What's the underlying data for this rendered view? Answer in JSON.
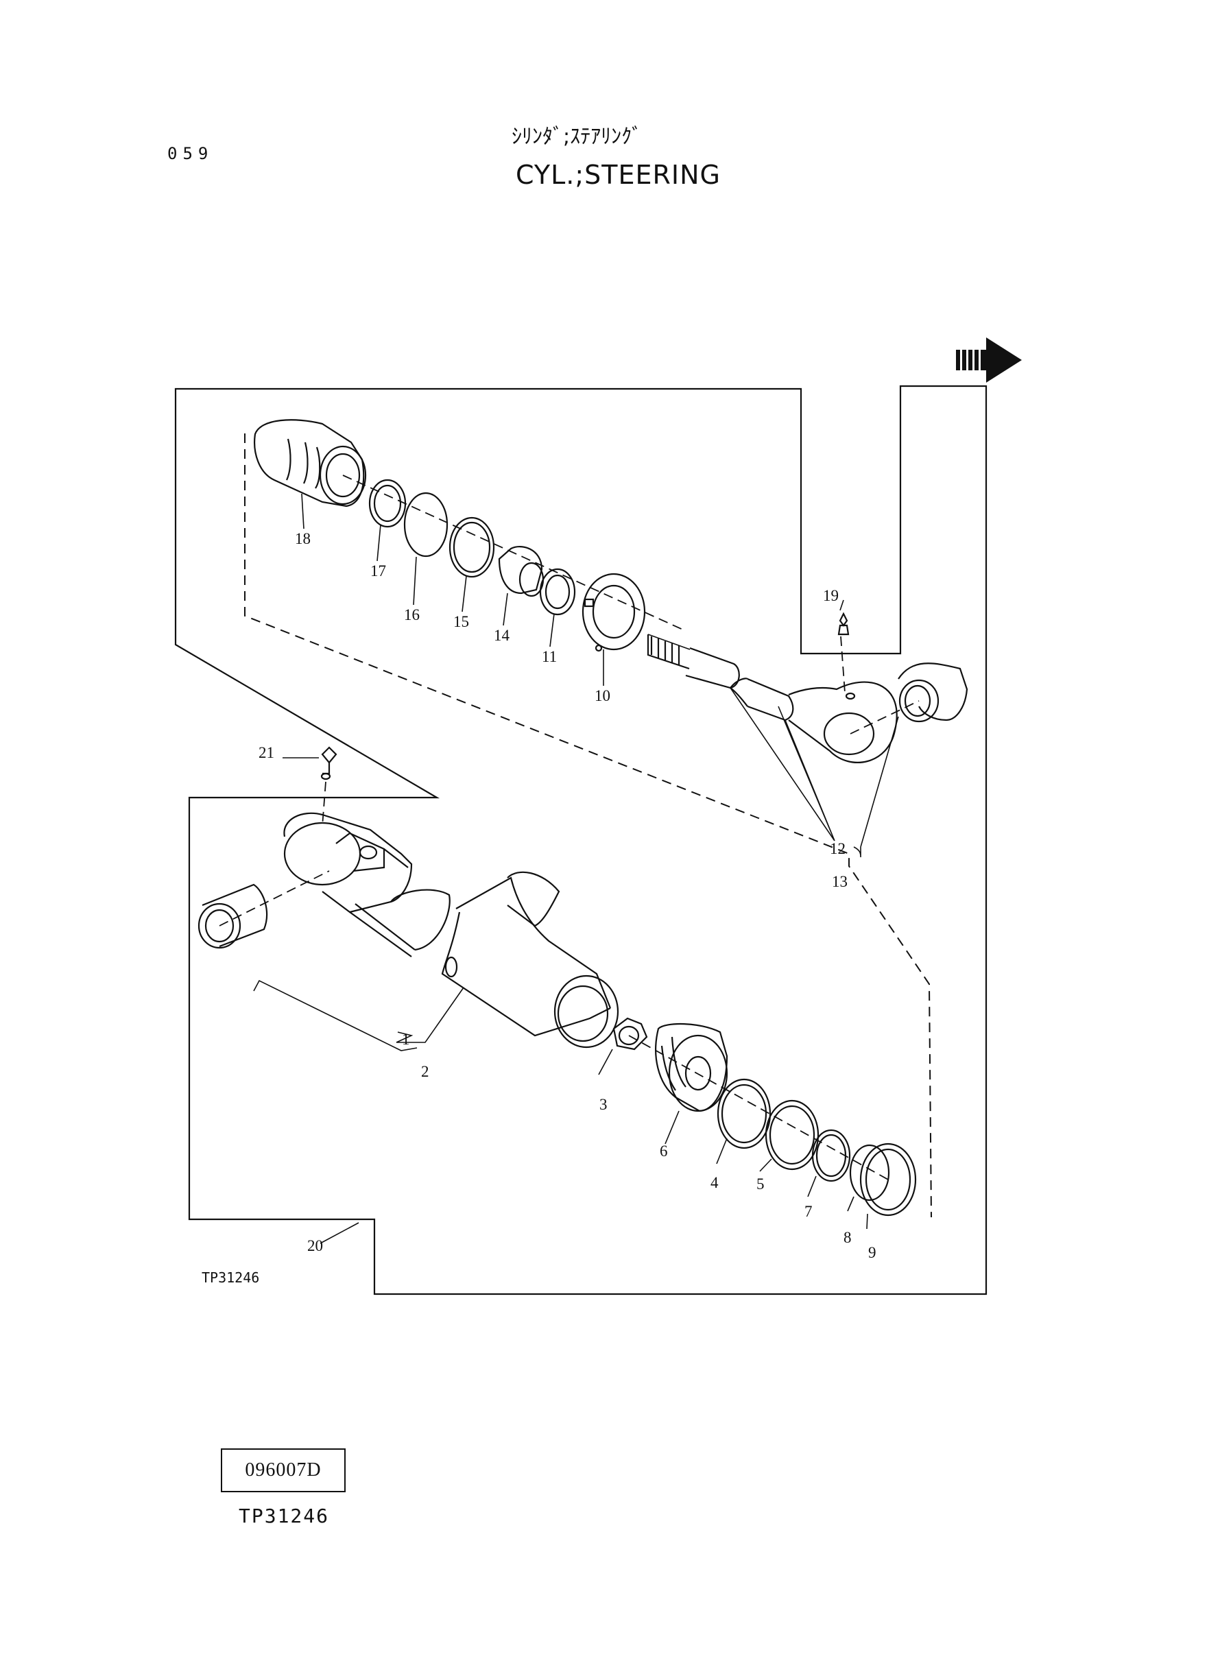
{
  "page_number": "059",
  "title_jp": "ｼﾘﾝﾀﾞ;ｽﾃｱﾘﾝｸﾞ",
  "title_en": "CYL.;STEERING",
  "figure_code": "TP31246",
  "catalog_box": "096007D",
  "bottom_ref": "TP31246",
  "labels": {
    "p1": "1",
    "p2": "2",
    "p3": "3",
    "p4": "4",
    "p5": "5",
    "p6": "6",
    "p7": "7",
    "p8": "8",
    "p9": "9",
    "p10": "10",
    "p11": "11",
    "p12": "12",
    "p13": "13",
    "p14": "14",
    "p15": "15",
    "p16": "16",
    "p17": "17",
    "p18": "18",
    "p19": "19",
    "p20": "20",
    "p21": "21"
  },
  "icons": {
    "continue": "continue-arrow-icon"
  }
}
